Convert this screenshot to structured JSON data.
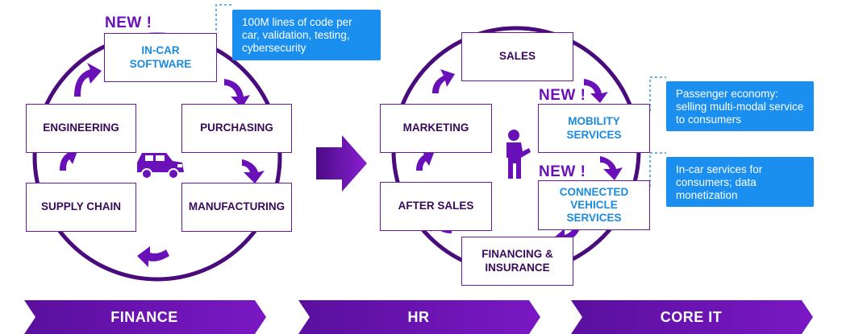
{
  "left_cycle": {
    "new_label": "NEW !",
    "in_car_software": "IN-CAR\nSOFTWARE",
    "engineering": "ENGINEERING",
    "purchasing": "PURCHASING",
    "supply_chain": "SUPPLY CHAIN",
    "manufacturing": "MANUFACTURING"
  },
  "left_note": "100M lines of code per car, validation, testing, cybersecurity",
  "right_cycle": {
    "sales": "SALES",
    "marketing": "MARKETING",
    "after_sales": "AFTER SALES",
    "financing": "FINANCING &\nINSURANCE",
    "new_label_1": "NEW !",
    "mobility": "MOBILITY\nSERVICES",
    "new_label_2": "NEW !",
    "connected": "CONNECTED\nVEHICLE\nSERVICES"
  },
  "right_note_1": "Passenger economy: selling multi-modal service to consumers",
  "right_note_2": "In-car services for consumers; data monetization",
  "banners": [
    "FINANCE",
    "HR",
    "CORE IT"
  ],
  "colors": {
    "purple": "#5a0f96",
    "banner": "#6a0fb0",
    "blue": "#1a8fef"
  }
}
